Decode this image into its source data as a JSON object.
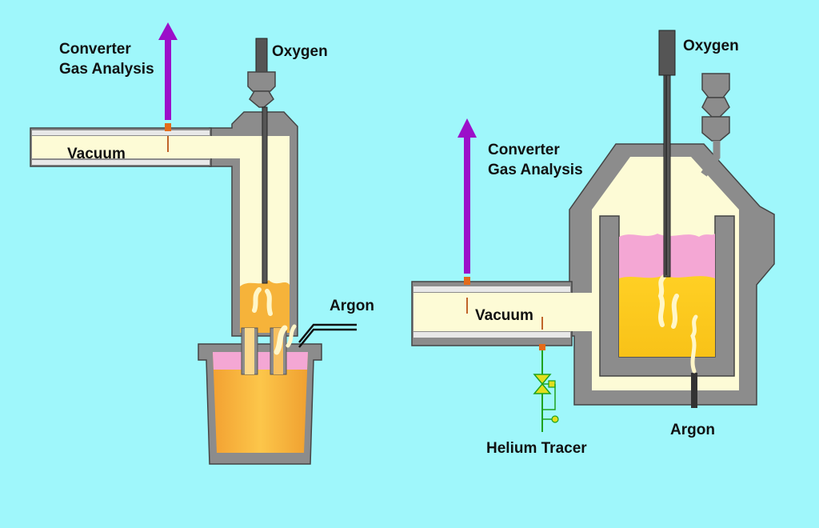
{
  "left_diagram": {
    "gas_analysis_line1": "Converter",
    "gas_analysis_line2": "Gas Analysis",
    "oxygen": "Oxygen",
    "vacuum": "Vacuum",
    "argon": "Argon"
  },
  "right_diagram": {
    "gas_analysis_line1": "Converter",
    "gas_analysis_line2": "Gas Analysis",
    "oxygen": "Oxygen",
    "vacuum": "Vacuum",
    "argon": "Argon",
    "helium": "Helium Tracer"
  },
  "colors": {
    "background": "#9ff7fb",
    "wall": "#8c8c8c",
    "interior": "#fdfbd6",
    "slag": "#f4a7d4",
    "melt_left": "#f6b33a",
    "melt_right": "#fbc61c",
    "arrow": "#9b0fc9",
    "tracer": "#1ea21e"
  }
}
